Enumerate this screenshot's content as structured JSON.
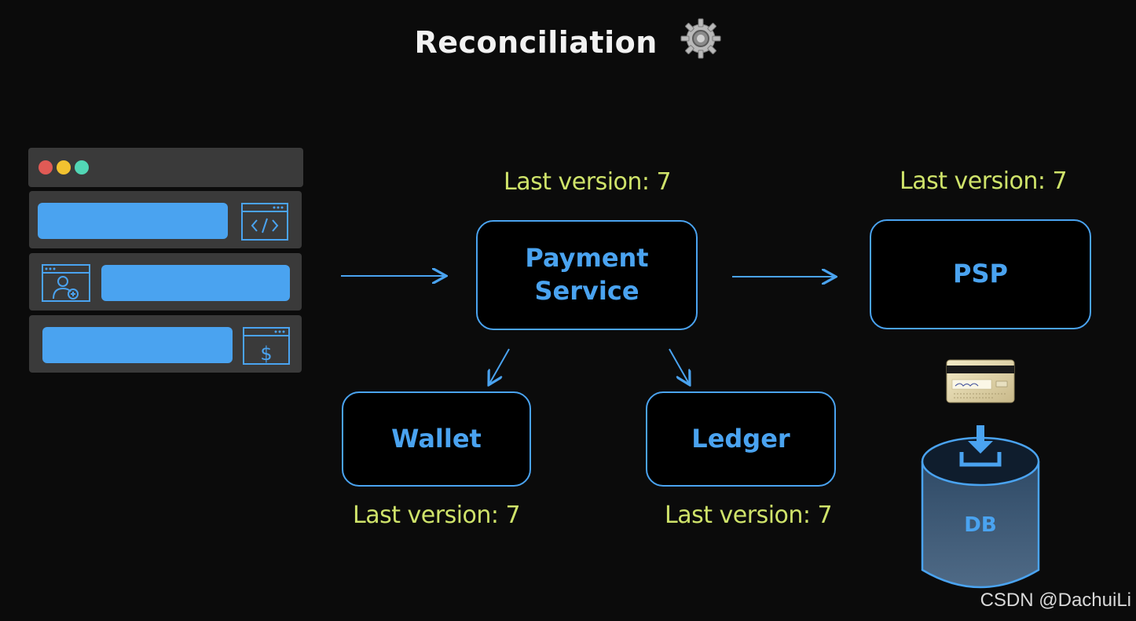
{
  "title": "Reconciliation",
  "icons": {
    "title_icon": "gear-icon",
    "client_row1_icon": "code-window-icon",
    "client_row2_icon": "user-add-window-icon",
    "client_row3_icon": "dollar-window-icon",
    "card_icon": "credit-card-icon",
    "db_icon": "download-icon"
  },
  "colors": {
    "accent": "#4aa3f0",
    "version_text": "#cfe36a",
    "dot_red": "#e05a55",
    "dot_yellow": "#f2c230",
    "dot_green": "#52d6b5"
  },
  "nodes": {
    "payment_service": {
      "line1": "Payment",
      "line2": "Service",
      "version": "Last version: 7"
    },
    "psp": {
      "label": "PSP",
      "version": "Last version: 7"
    },
    "wallet": {
      "label": "Wallet",
      "version": "Last version: 7"
    },
    "ledger": {
      "label": "Ledger",
      "version": "Last version: 7"
    },
    "db": {
      "label": "DB"
    }
  },
  "watermark": "CSDN @DachuiLi"
}
